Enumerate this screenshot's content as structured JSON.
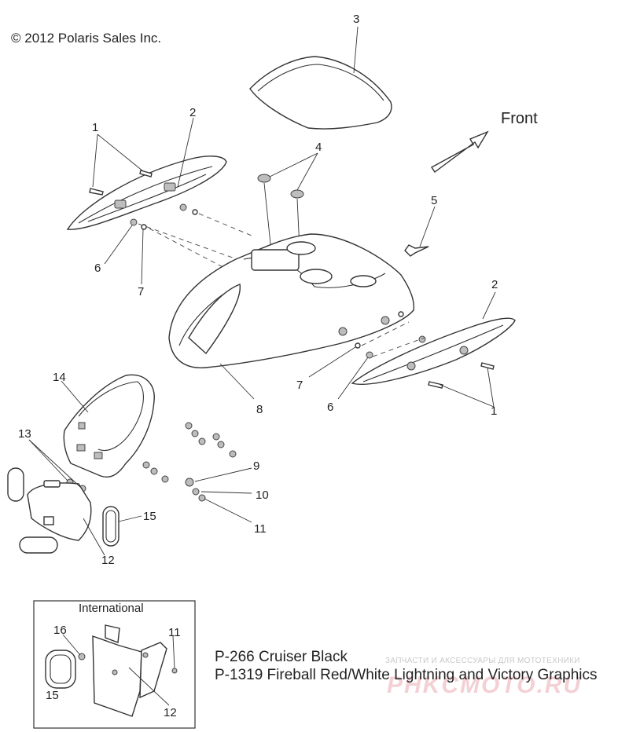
{
  "copyright": "© 2012 Polaris Sales Inc.",
  "direction_label": "Front",
  "callouts": {
    "c1a": "1",
    "c2a": "2",
    "c3": "3",
    "c4": "4",
    "c5": "5",
    "c6a": "6",
    "c7a": "7",
    "c2b": "2",
    "c7b": "7",
    "c6b": "6",
    "c8": "8",
    "c1b": "1",
    "c14": "14",
    "c13": "13",
    "c9": "9",
    "c10": "10",
    "c11": "11",
    "c15": "15",
    "c12": "12",
    "i16": "16",
    "i11": "11",
    "i15": "15",
    "i12": "12"
  },
  "inset_title": "International",
  "parts_lines": [
    "P-266  Cruiser Black",
    "P-1319 Fireball Red/White Lightning and Victory Graphics"
  ],
  "watermark": {
    "subtitle": "ЗАПЧАСТИ И АКСЕССУАРЫ ДЛЯ МОТОТЕХНИКИ",
    "brand": "PHKCMOTO.RU"
  }
}
